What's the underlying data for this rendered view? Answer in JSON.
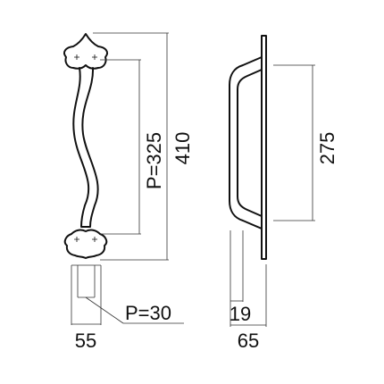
{
  "front_view": {
    "pitch_label": "P=325",
    "overall_label": "410"
  },
  "bottom_view": {
    "pitch_label": "P=30",
    "width_label": "55"
  },
  "side_view": {
    "pitch_label": "275",
    "projection_label": "19",
    "depth_label": "65"
  }
}
